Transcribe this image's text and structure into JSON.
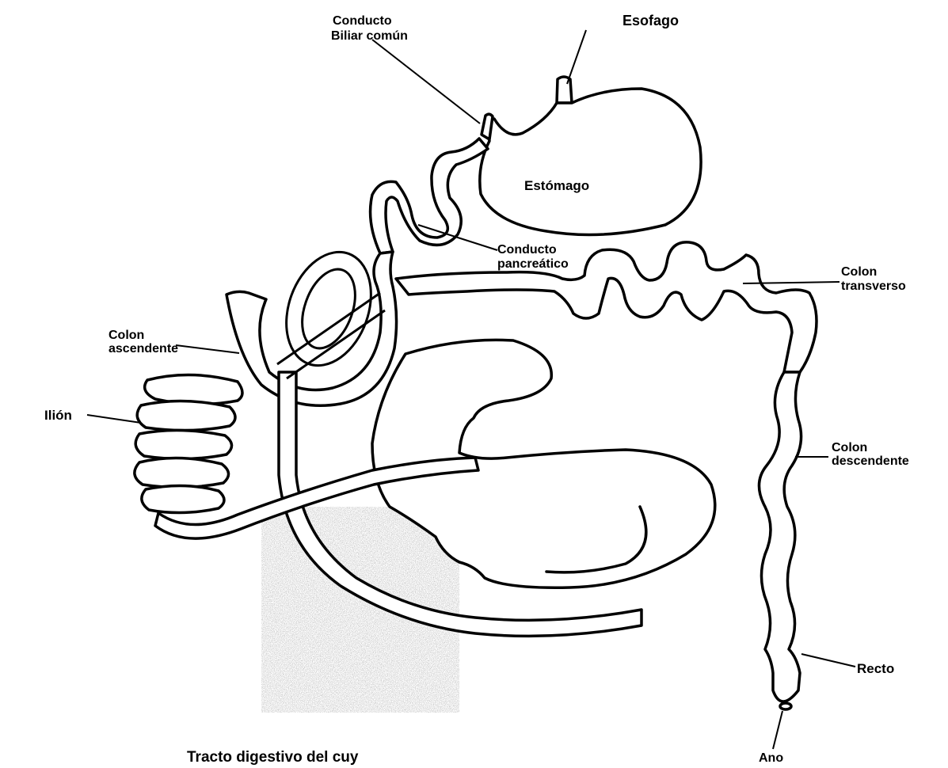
{
  "figure": {
    "caption": "Tracto digestivo del cuy"
  },
  "labels": {
    "esofago": "Esofago",
    "conducto_biliar_line1": "Conducto",
    "conducto_biliar_line2": "Biliar común",
    "estomago": "Estómago",
    "conducto_pancreatico_line1": "Conducto",
    "conducto_pancreatico_line2": "pancreático",
    "colon_transverso_line1": "Colon",
    "colon_transverso_line2": "transverso",
    "colon_ascendente_line1": "Colon",
    "colon_ascendente_line2": "ascendente",
    "ilion": "Ilión",
    "colon_descendente_line1": "Colon",
    "colon_descendente_line2": "descendente",
    "recto": "Recto",
    "ano": "Ano"
  },
  "colors": {
    "ink": "#000000",
    "paper": "#ffffff",
    "stipple": "#8a8a8a"
  }
}
